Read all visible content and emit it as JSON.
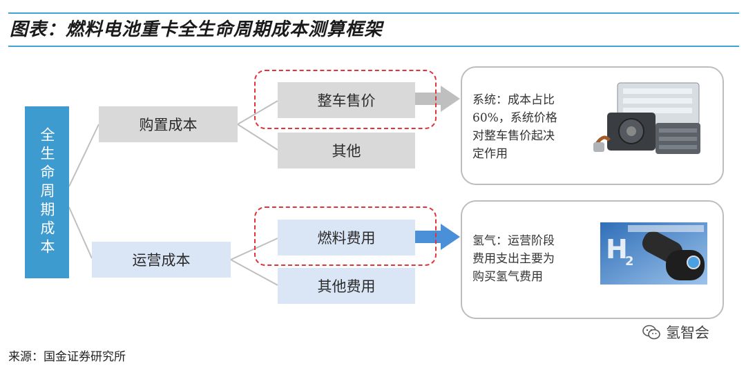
{
  "header": {
    "title": "图表：燃料电池重卡全生命周期成本测算框架"
  },
  "root": {
    "label": "全生命周期成本"
  },
  "branches": {
    "purchase": {
      "label": "购置成本",
      "children": [
        "整车售价",
        "其他"
      ]
    },
    "operation": {
      "label": "运营成本",
      "children": [
        "燃料费用",
        "其他费用"
      ]
    }
  },
  "cards": {
    "system": {
      "text": "系统：成本占比60%，系统价格对整车售价起决定作用",
      "lines": [
        "系统：成本占比",
        "60%，系统价格",
        "对整车售价起决",
        "定作用"
      ],
      "image_label": "fuel-cell-system"
    },
    "hydrogen": {
      "text": "氢气：运营阶段费用支出主要为购买氢气费用",
      "lines": [
        "氢气：运营阶段",
        "费用支出主要为",
        "购买氢气费用"
      ],
      "image_label": "hydrogen-nozzle"
    }
  },
  "footer": {
    "source": "来源：国金证券研究所",
    "watermark": "氢智会"
  },
  "colors": {
    "accent_blue": "#3d9bd0",
    "rule_blue": "#3fa2d8",
    "dashed_red": "#e0333a",
    "gray_box": "#d9d9d9",
    "light_blue_box": "#dae5f5",
    "arrow_gray": "#bfbfbf",
    "arrow_blue": "#4a90d9"
  }
}
